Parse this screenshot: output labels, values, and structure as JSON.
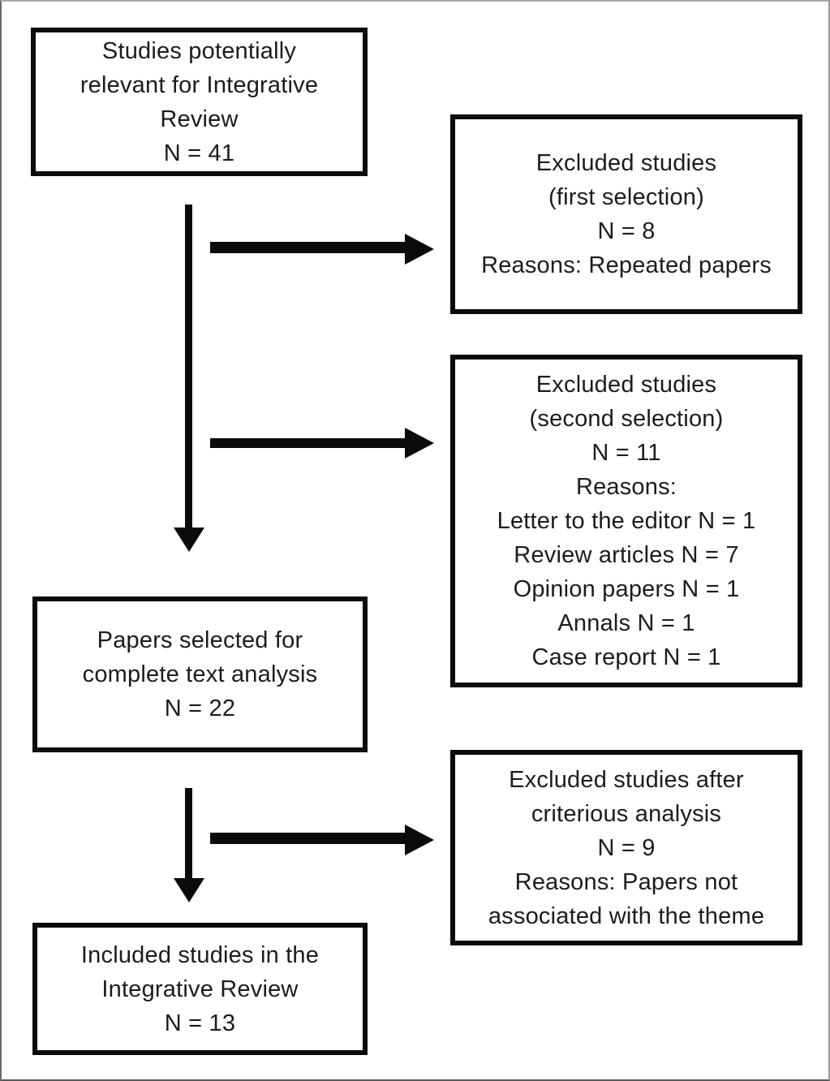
{
  "boxes": {
    "source": {
      "lines": [
        "Studies potentially",
        "relevant for Integrative",
        "Review",
        "N = 41"
      ]
    },
    "excluded_first": {
      "lines": [
        "Excluded studies",
        "(first selection)",
        "N = 8",
        "Reasons: Repeated papers"
      ]
    },
    "excluded_second": {
      "lines": [
        "Excluded studies",
        "(second selection)",
        "N = 11",
        "Reasons:",
        "Letter to the editor N = 1",
        "Review articles N = 7",
        "Opinion papers N = 1",
        "Annals N = 1",
        "Case report N = 1"
      ]
    },
    "full_text": {
      "lines": [
        "Papers selected for",
        "complete text analysis",
        "N = 22"
      ]
    },
    "excluded_criterious": {
      "lines": [
        "Excluded studies after",
        "criterious analysis",
        "N = 9",
        "Reasons: Papers not",
        "associated with the theme"
      ]
    },
    "included": {
      "lines": [
        "Included studies in the",
        "Integrative Review",
        "N = 13"
      ]
    }
  },
  "colors": {
    "box_border": "#0b0b0b",
    "arrow": "#0b0b0b",
    "text": "#1c1c1c",
    "background": "#ffffff",
    "outer_frame": "#6a6a6a"
  }
}
